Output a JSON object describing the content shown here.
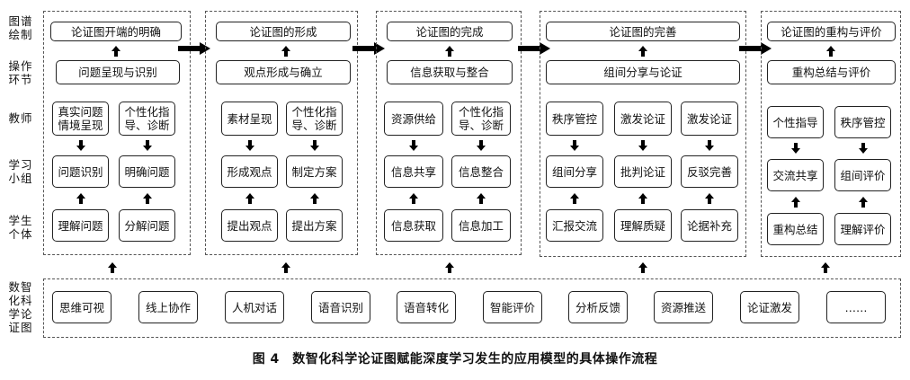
{
  "row_labels": {
    "map_drawing": "图谱\n绘制",
    "operation": "操作\n环节",
    "teacher": "教师",
    "study_group": "学习\n小组",
    "student": "学生\n个体",
    "digital": "数智\n化科\n学论\n证图"
  },
  "stages": [
    {
      "title": "论证图开端的明确",
      "operation": "问题呈现与识别",
      "teacher": [
        "真实问题\n情境呈现",
        "个性化指\n导、诊断"
      ],
      "group": [
        "问题识别",
        "明确问题"
      ],
      "student": [
        "理解问题",
        "分解问题"
      ]
    },
    {
      "title": "论证图的形成",
      "operation": "观点形成与确立",
      "teacher": [
        "素材呈现",
        "个性化指\n导、诊断"
      ],
      "group": [
        "形成观点",
        "制定方案"
      ],
      "student": [
        "提出观点",
        "提出方案"
      ]
    },
    {
      "title": "论证图的完成",
      "operation": "信息获取与整合",
      "teacher": [
        "资源供给",
        "个性化指\n导、诊断"
      ],
      "group": [
        "信息共享",
        "信息整合"
      ],
      "student": [
        "信息获取",
        "信息加工"
      ]
    },
    {
      "title": "论证图的完善",
      "operation": "组间分享与论证",
      "teacher": [
        "秩序管控",
        "激发论证",
        "激发论证"
      ],
      "group": [
        "组间分享",
        "批判论证",
        "反驳完善"
      ],
      "student": [
        "汇报交流",
        "理解质疑",
        "论据补充"
      ]
    },
    {
      "title": "论证图的重构与评价",
      "operation": "重构总结与评价",
      "teacher": [
        "个性指导",
        "秩序管控"
      ],
      "group": [
        "交流共享",
        "组间评价"
      ],
      "student": [
        "重构总结",
        "理解评价"
      ]
    }
  ],
  "tools": [
    "思维可视",
    "线上协作",
    "人机对话",
    "语音识别",
    "语音转化",
    "智能评价",
    "分析反馈",
    "资源推送",
    "论证激发",
    "……"
  ],
  "caption": "图 4　数智化科学论证图赋能深度学习发生的应用模型的具体操作流程"
}
